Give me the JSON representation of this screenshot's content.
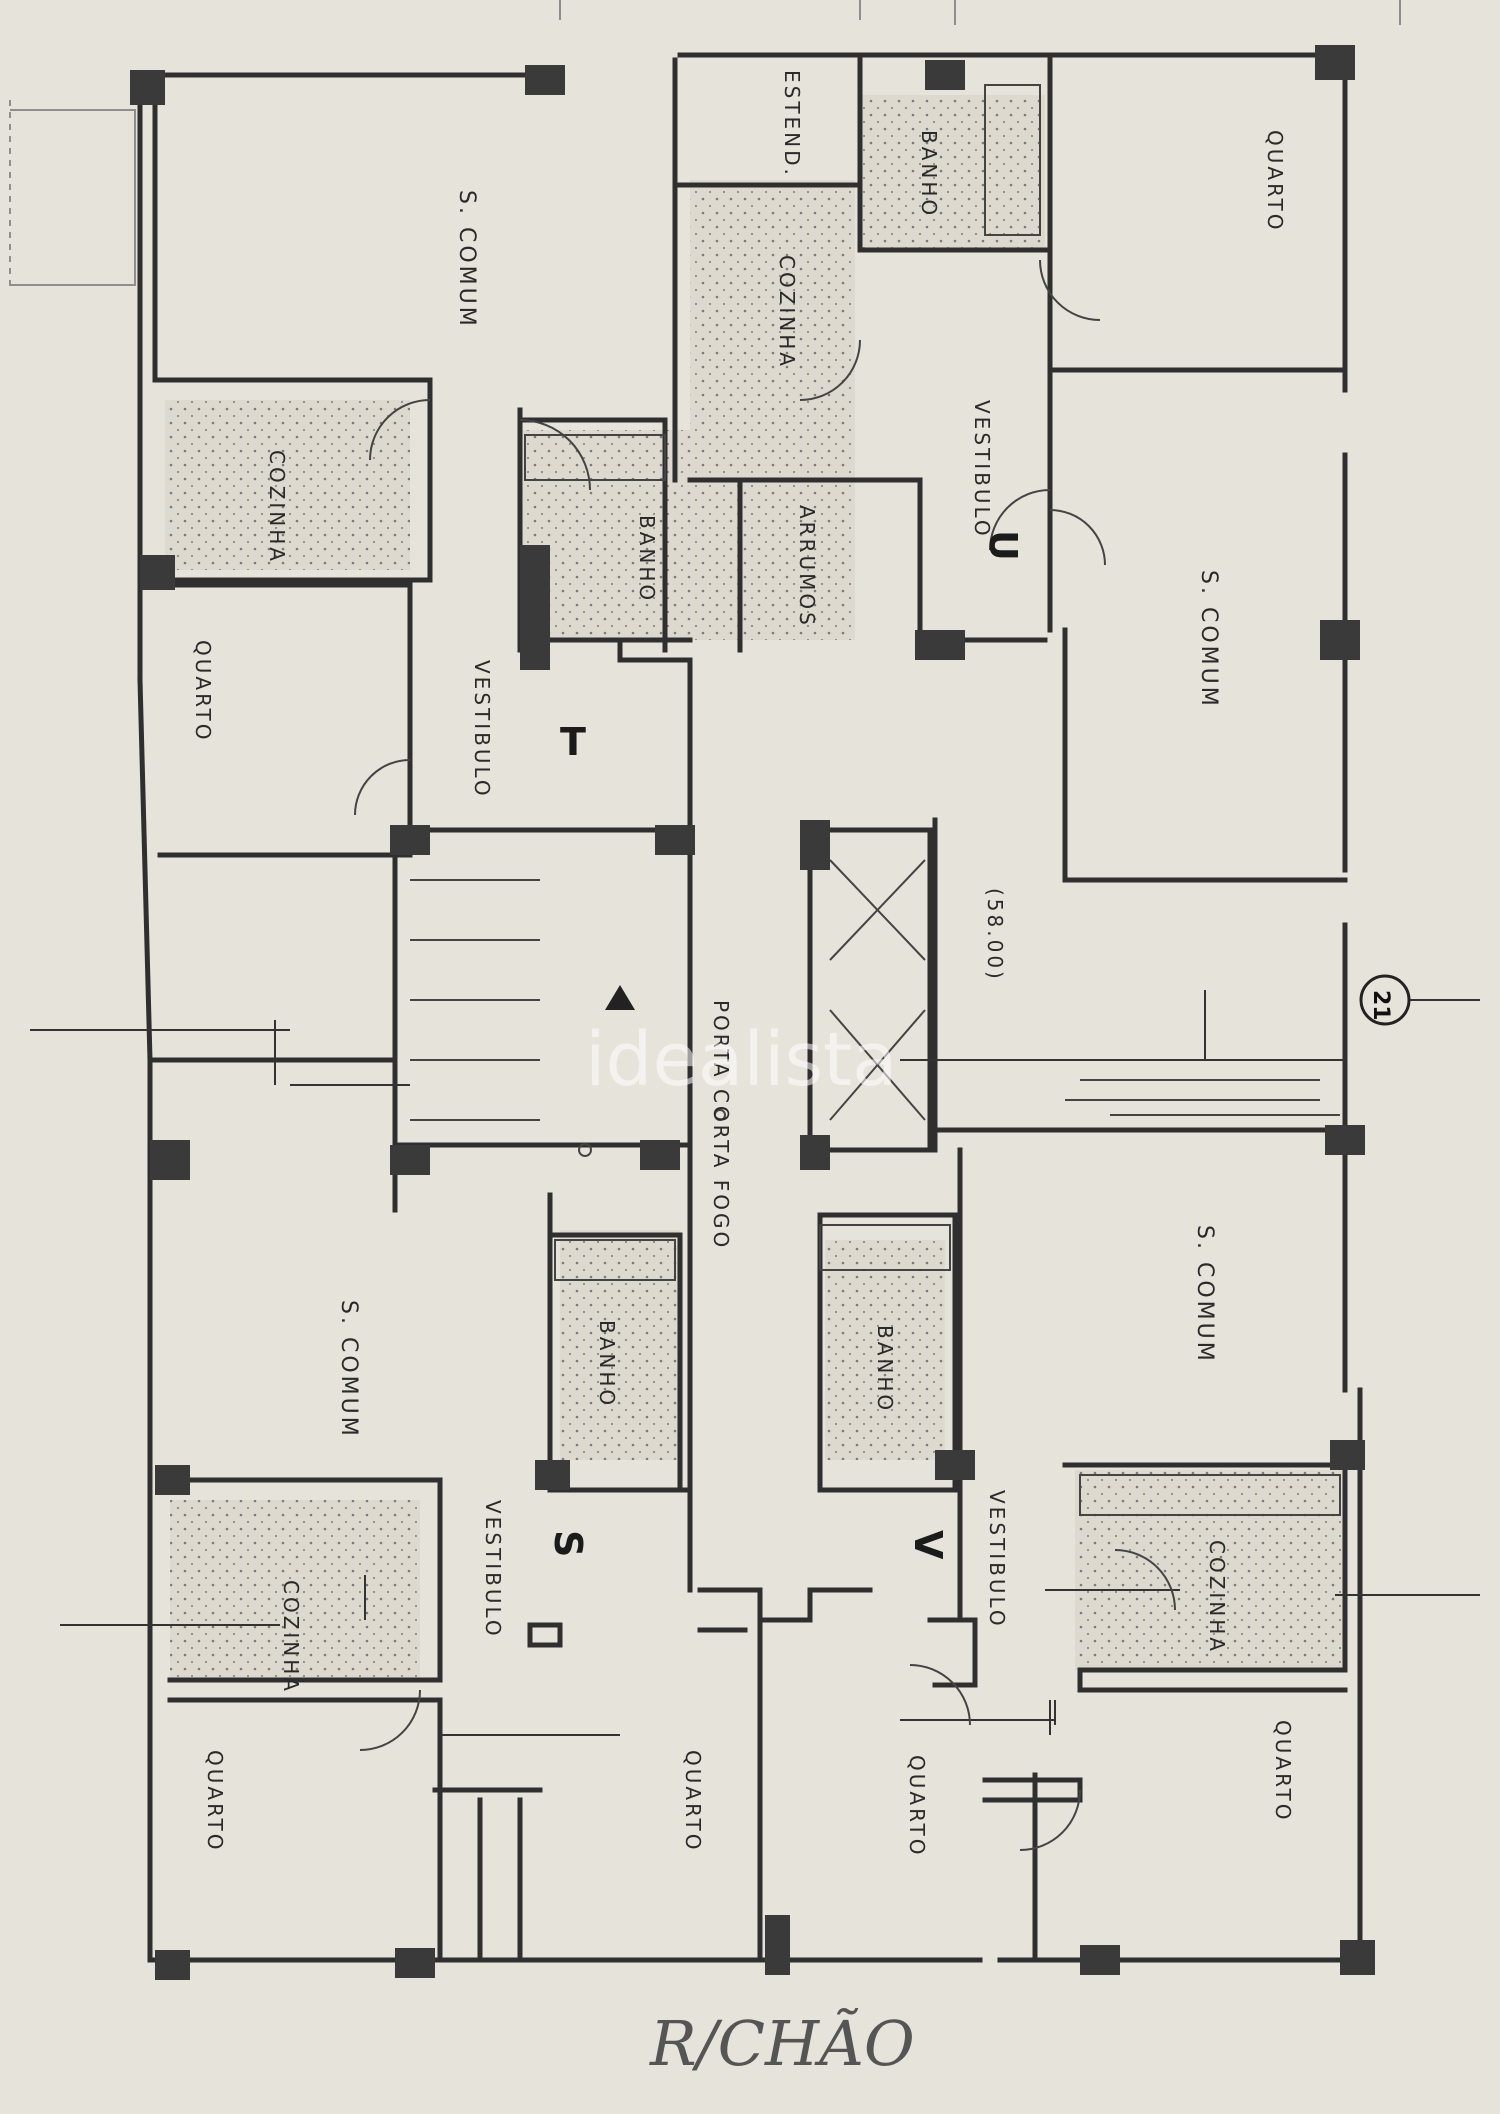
{
  "rooms": {
    "t_sala": "S. COMUM",
    "t_estendal": "ESTEND.",
    "t_cozinha_top": "COZINHA",
    "t_cozinha_left": "COZINHA",
    "t_banho": "BANHO",
    "t_quarto": "QUARTO",
    "t_vestibulo": "VESTIBULO",
    "u_banho": "BANHO",
    "u_quarto": "QUARTO",
    "u_vestibulo": "VESTIBULO",
    "u_arrumos": "ARRUMOS",
    "u_sala": "S. COMUM",
    "core_area": "(58.00)",
    "core_door": "PORTA CORTA FOGO",
    "s_sala": "S. COMUM",
    "s_banho": "BANHO",
    "s_cozinha": "COZINHA",
    "s_vestibulo": "VESTIBULO",
    "s_quarto_left": "QUARTO",
    "s_quarto_right": "QUARTO",
    "v_sala": "S. COMUM",
    "v_banho": "BANHO",
    "v_vestibulo": "VESTIBULO",
    "v_cozinha": "COZINHA",
    "v_quarto_left": "QUARTO",
    "v_quarto_right": "QUARTO"
  },
  "units": {
    "t": "T",
    "u": "U",
    "s": "S",
    "v": "V"
  },
  "axis_marker": "21",
  "watermark": "idealista",
  "floor_note": "R/CHÃO",
  "colors": {
    "paper": "#e6e3db",
    "ink": "#2a2a2a",
    "pillar": "#3a3a3a"
  }
}
